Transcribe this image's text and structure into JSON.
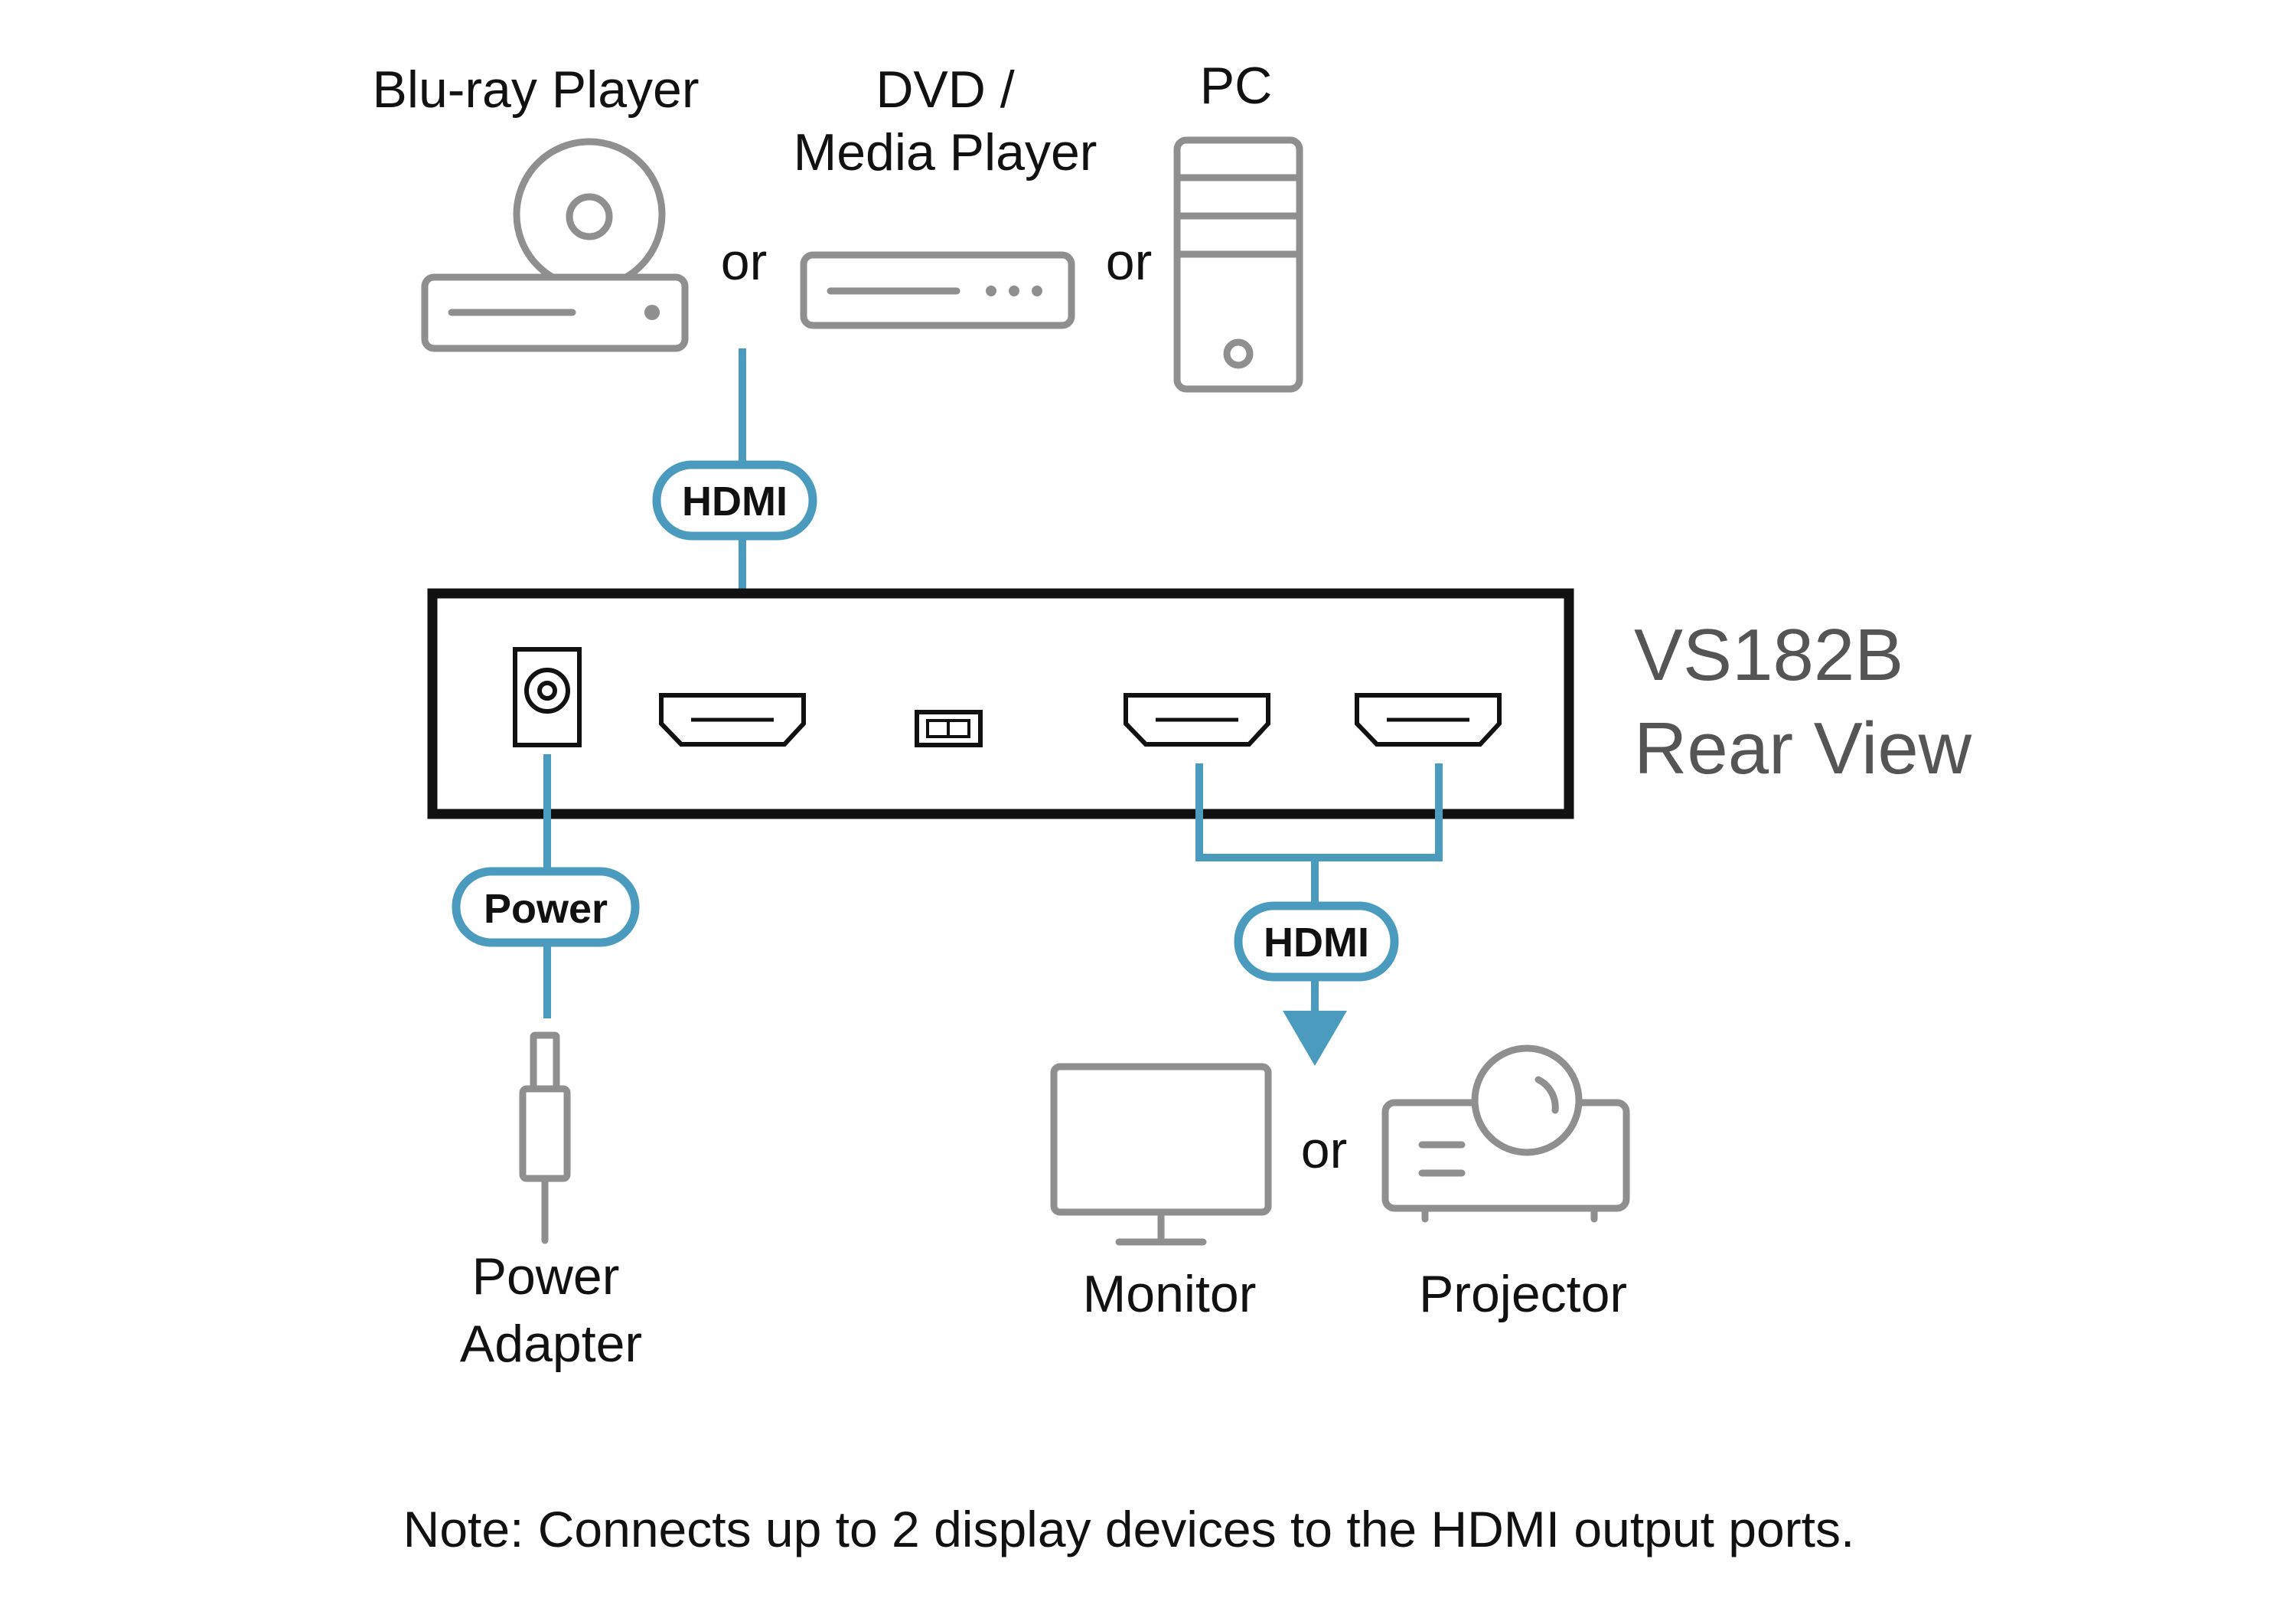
{
  "sources": {
    "bluray_label": "Blu-ray Player",
    "dvd_label_line1": "DVD /",
    "dvd_label_line2": "Media Player",
    "pc_label": "PC",
    "or_1": "or",
    "or_2": "or"
  },
  "connections": {
    "input_cable": "HDMI",
    "output_cable": "HDMI",
    "power_cable": "Power"
  },
  "device": {
    "model": "VS182B",
    "view": "Rear View"
  },
  "power": {
    "label_line1": "Power",
    "label_line2": "Adapter"
  },
  "displays": {
    "monitor_label": "Monitor",
    "projector_label": "Projector",
    "or": "or"
  },
  "note": "Note: Connects up to 2 display devices to the HDMI output ports.",
  "colors": {
    "cable_blue": "#4a9bbd",
    "icon_gray": "#8f8f8f",
    "model_gray": "#555555"
  }
}
